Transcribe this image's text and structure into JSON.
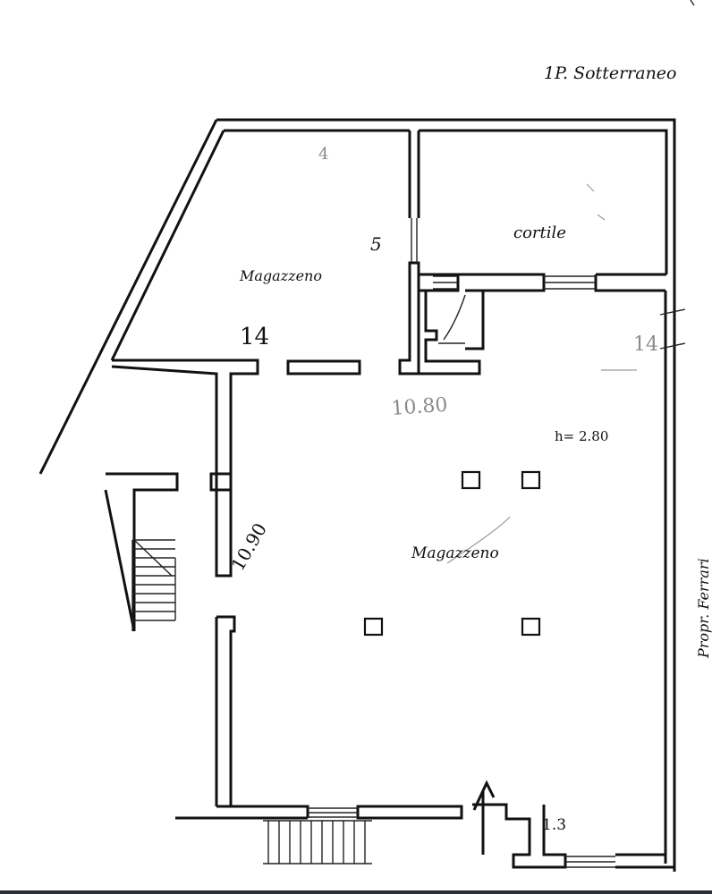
{
  "sheet": {
    "level_title": "1P. Sotterraneo",
    "height_note": "h= 2.80",
    "owner_label": "Propr. Ferrari"
  },
  "rooms": {
    "storage_north": {
      "name": "Magazzeno",
      "pencil_mark": "14"
    },
    "courtyard": {
      "name": "cortile"
    },
    "storage_main": {
      "name": "Magazzeno"
    }
  },
  "pencil_notes": {
    "opening_mark": "5",
    "corner_mark": "4",
    "measure_center": "10.80",
    "measure_left": "10.90",
    "measure_right": "14",
    "bottom_mark": "1.3"
  }
}
